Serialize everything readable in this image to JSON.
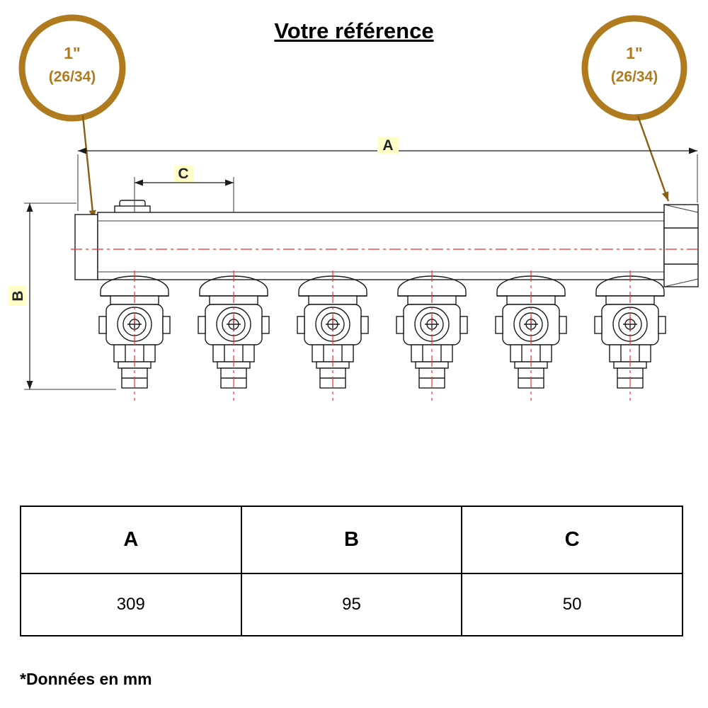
{
  "title": "Votre référence",
  "badges": {
    "left": {
      "size": "1\"",
      "thread": "(26/34)"
    },
    "right": {
      "size": "1\"",
      "thread": "(26/34)"
    }
  },
  "dimensions": {
    "a": "A",
    "b": "B",
    "c": "C"
  },
  "table": {
    "headers": [
      "A",
      "B",
      "C"
    ],
    "values": [
      "309",
      "95",
      "50"
    ]
  },
  "footnote": "*Données en mm",
  "colors": {
    "ring_brown": "#b07a1e",
    "centerline_red": "#f02f2f",
    "dim_label_bg": "#ffffc8",
    "line_black": "#1b1b1b"
  }
}
